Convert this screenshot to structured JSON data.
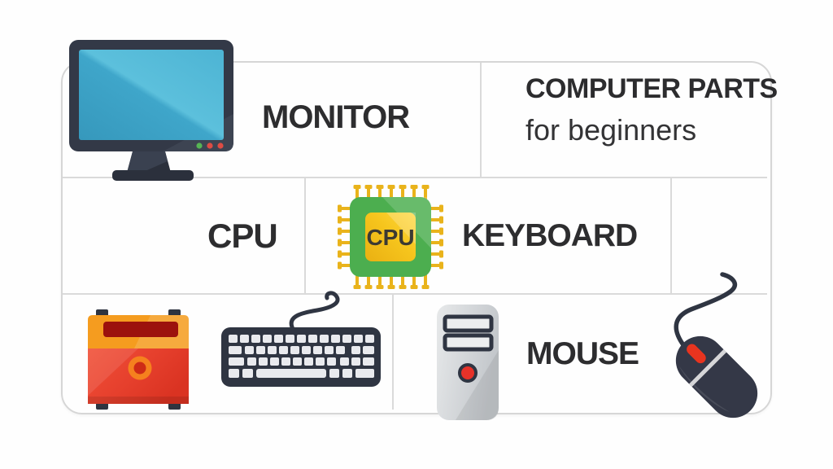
{
  "title": {
    "line1": "COMPUTER PARTS",
    "line2": "for beginners"
  },
  "labels": {
    "monitor": "MONITOR",
    "cpu": "CPU",
    "keyboard": "KEYBOARD",
    "mouse": "MOUSE"
  },
  "chip": {
    "text": "CPU"
  },
  "icons": [
    "monitor-icon",
    "cpu-chip-icon",
    "computer-case-icon",
    "keyboard-icon",
    "tower-icon",
    "mouse-icon"
  ],
  "colors": {
    "background": "#fefefe",
    "grid_line": "#d8d8d8",
    "label_text": "#2d2d2f",
    "monitor_bezel": "#333947",
    "monitor_screen": "#3fa6ca",
    "monitor_screen_light": "#5cc0dc",
    "dot_green": "#56b554",
    "dot_red": "#dd4c44",
    "chip_green": "#4cae4f",
    "chip_gold": "#f6c51d",
    "chip_pin": "#e9b31b",
    "case_orange": "#f59c1f",
    "case_red": "#e6402d",
    "case_slot": "#9c120d",
    "case_ring": "#f5811e",
    "keyboard_body": "#2f3542",
    "keyboard_keys": "#e9eaee",
    "tower_gray": "#d3d6d9",
    "tower_button": "#e73229",
    "mouse_body": "#343847",
    "mouse_stripe": "#d6d6d8",
    "mouse_wheel": "#e8341f"
  }
}
